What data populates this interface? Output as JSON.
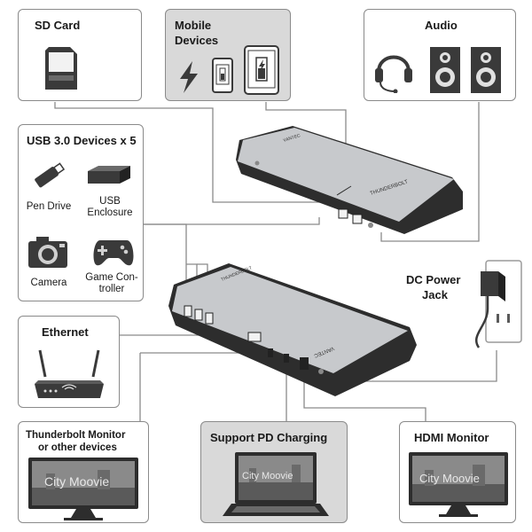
{
  "sd_card": {
    "title": "SD Card"
  },
  "mobile": {
    "title_line1": "Mobile",
    "title_line2": "Devices"
  },
  "audio": {
    "title": "Audio"
  },
  "usb": {
    "title": "USB 3.0 Devices x 5",
    "pen_drive": "Pen Drive",
    "enclosure_line1": "USB",
    "enclosure_line2": "Enclosure",
    "camera": "Camera",
    "game_line1": "Game Con-",
    "game_line2": "troller"
  },
  "dc_power": {
    "line1": "DC Power",
    "line2": "Jack"
  },
  "ethernet": {
    "title": "Ethernet"
  },
  "thunderbolt_monitor": {
    "line1": "Thunderbolt Monitor",
    "line2": "or other devices",
    "screen_text": "City Moovie"
  },
  "pd_charging": {
    "title": "Support PD Charging",
    "screen_text": "City Moovie"
  },
  "hdmi_monitor": {
    "title": "HDMI Monitor",
    "screen_text": "City Moovie"
  },
  "dock": {
    "brand": "THUNDERBOLT",
    "maker": "VANTEC"
  },
  "colors": {
    "frame": "#8a8a8a",
    "dock_body": "#c7c9cc",
    "dock_dark": "#2d2d2d",
    "icon": "#3a3a3a",
    "shaded_box": "#d9d9d9"
  }
}
